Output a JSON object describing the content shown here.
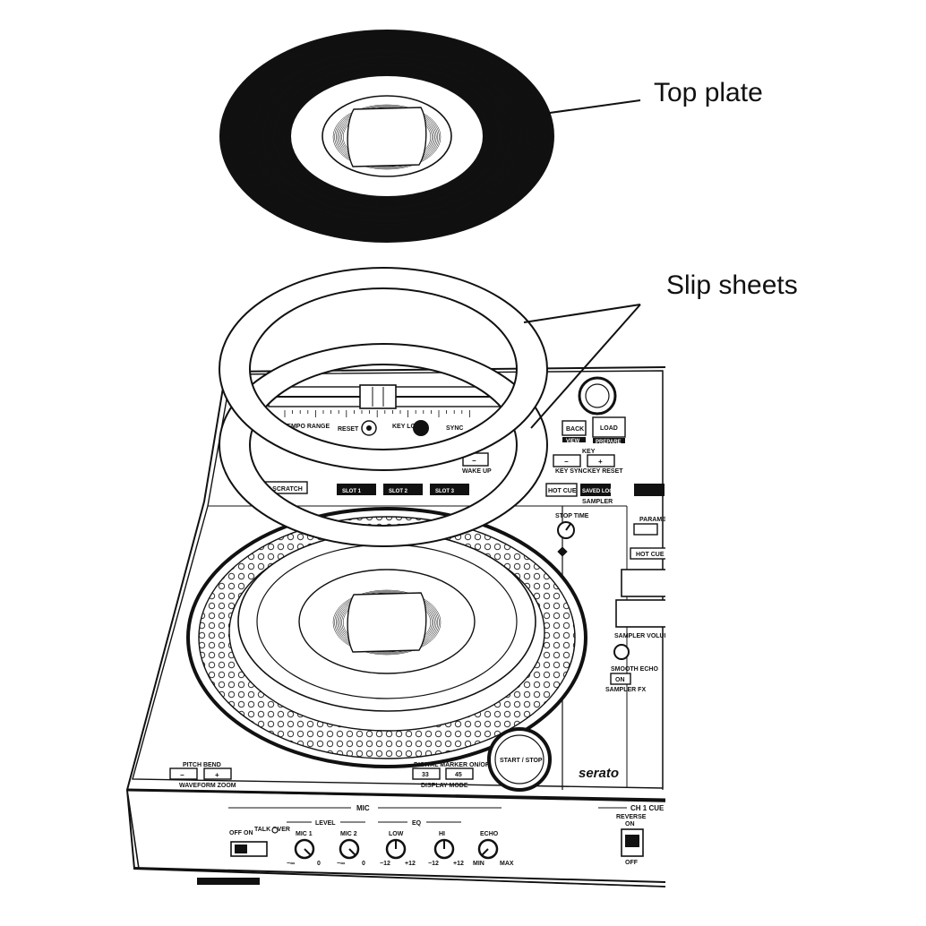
{
  "callouts": {
    "top_plate": "Top plate",
    "slip_sheets": "Slip sheets"
  },
  "controller": {
    "brand": "serato",
    "deck": {
      "tempo_range": "TEMPO RANGE",
      "reset": "RESET",
      "key_lock": "KEY LOCK",
      "sync": "SYNC",
      "key": "KEY",
      "key_sync": "KEY SYNC",
      "key_reset": "KEY RESET",
      "back": "BACK",
      "load": "LOAD",
      "view": "VIEW",
      "prepare": "PREPARE",
      "wake_up": "WAKE UP",
      "scratch": "IT SCRATCH",
      "slot1": "SLOT 1",
      "slot2": "SLOT 2",
      "slot3": "SLOT 3",
      "hot_cue": "HOT CUE",
      "saved_loop": "SAVED LOOP",
      "sampler": "SAMPLER",
      "stop_time": "STOP TIME",
      "pitch_bend": "PITCH BEND",
      "waveform_zoom": "WAVEFORM ZOOM",
      "digital_marker": "DIGITAL MARKER ON/OFF",
      "display_mode": "DISPLAY MODE",
      "rpm_33": "33",
      "rpm_45": "45",
      "start_stop": "START / STOP",
      "minus": "−",
      "plus": "+"
    },
    "center": {
      "parameter": "PARAMETER",
      "sampler_volume": "SAMPLER VOLUME",
      "smooth_echo": "SMOOTH ECHO",
      "on": "ON",
      "sampler_fx": "SAMPLER FX"
    },
    "mic": {
      "title": "MIC",
      "level": "LEVEL",
      "eq": "EQ",
      "off": "OFF",
      "on": "ON",
      "talk_over": "TALK OVER",
      "mic1": "MIC 1",
      "mic2": "MIC 2",
      "low": "LOW",
      "hi": "HI",
      "echo": "ECHO",
      "range_min_inf": "−∞",
      "range_zero": "0",
      "range_neg12": "−12",
      "range_pos12": "+12",
      "min": "MIN",
      "max": "MAX"
    },
    "ch1": {
      "title": "CH 1 CUE",
      "reverse": "REVERSE",
      "on": "ON",
      "off": "OFF"
    }
  }
}
